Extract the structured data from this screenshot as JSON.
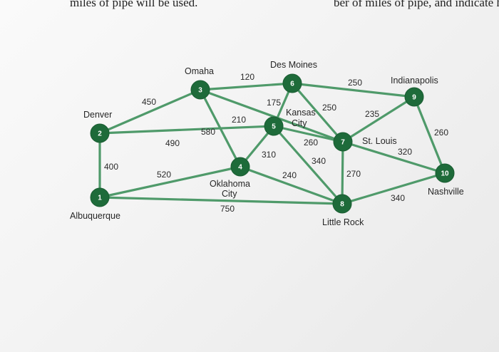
{
  "header": {
    "left_text": "miles of pipe will be used.",
    "right_text": "ber of miles of pipe, and indicate how"
  },
  "colors": {
    "edge": "#4f9a6a",
    "node": "#1e6b3a",
    "node_text": "#ffffff"
  },
  "nodes": [
    {
      "id": "1",
      "label": "1"
    },
    {
      "id": "2",
      "label": "2"
    },
    {
      "id": "3",
      "label": "3"
    },
    {
      "id": "4",
      "label": "4"
    },
    {
      "id": "5",
      "label": "5"
    },
    {
      "id": "6",
      "label": "6"
    },
    {
      "id": "7",
      "label": "7"
    },
    {
      "id": "8",
      "label": "8"
    },
    {
      "id": "9",
      "label": "9"
    },
    {
      "id": "10",
      "label": "10"
    }
  ],
  "cities": {
    "albuquerque": "Albuquerque",
    "denver": "Denver",
    "omaha": "Omaha",
    "oklahoma_line1": "Oklahoma",
    "oklahoma_line2": "City",
    "kansas_line1": "Kansas",
    "kansas_line2": "City",
    "des_moines": "Des Moines",
    "st_louis": "St. Louis",
    "little_rock": "Little Rock",
    "indianapolis": "Indianapolis",
    "nashville": "Nashville"
  },
  "edges": [
    {
      "from": "1",
      "to": "2",
      "weight": "400"
    },
    {
      "from": "1",
      "to": "4",
      "weight": "520"
    },
    {
      "from": "1",
      "to": "8",
      "weight": "750"
    },
    {
      "from": "2",
      "to": "3",
      "weight": "450"
    },
    {
      "from": "2",
      "to": "5",
      "weight": "490"
    },
    {
      "from": "3",
      "to": "6",
      "weight": "120"
    },
    {
      "from": "3",
      "to": "4",
      "weight": "580"
    },
    {
      "from": "3",
      "to": "7",
      "weight": "210"
    },
    {
      "from": "5",
      "to": "6",
      "weight": "175"
    },
    {
      "from": "5",
      "to": "4",
      "weight": "310"
    },
    {
      "from": "6",
      "to": "9",
      "weight": "250"
    },
    {
      "from": "6",
      "to": "7",
      "weight": "250"
    },
    {
      "from": "5",
      "to": "7",
      "weight": "260"
    },
    {
      "from": "4",
      "to": "8",
      "weight": "240"
    },
    {
      "from": "5",
      "to": "8",
      "weight": "340"
    },
    {
      "from": "7",
      "to": "8",
      "weight": "270"
    },
    {
      "from": "7",
      "to": "9",
      "weight": "235"
    },
    {
      "from": "7",
      "to": "10",
      "weight": "320"
    },
    {
      "from": "9",
      "to": "10",
      "weight": "260"
    },
    {
      "from": "8",
      "to": "10",
      "weight": "340"
    }
  ]
}
